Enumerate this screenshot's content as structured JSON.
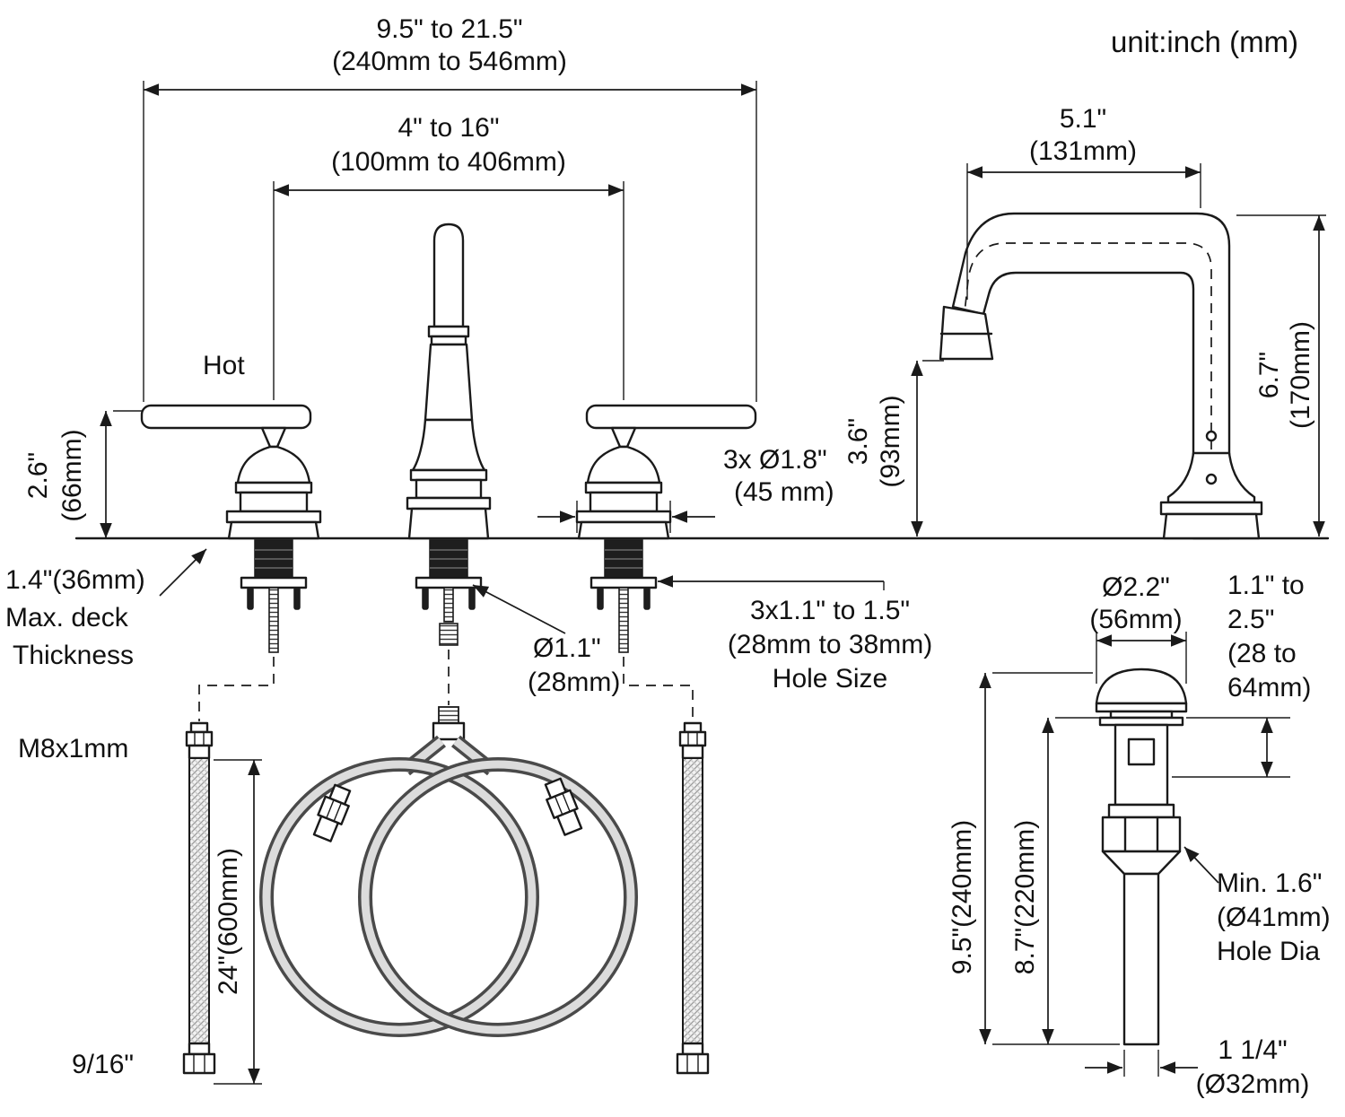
{
  "header": {
    "unit_note": "unit:inch (mm)"
  },
  "main_view": {
    "dim_overall_in": "9.5\" to 21.5\"",
    "dim_overall_mm": "(240mm to 546mm)",
    "dim_spread_in": "4\" to 16\"",
    "dim_spread_mm": "(100mm to 406mm)",
    "hot_label": "Hot",
    "dim_handle_height_in": "2.6\"",
    "dim_handle_height_mm": "(66mm)",
    "deck_thickness_1": "1.4\"(36mm)",
    "deck_thickness_2": "Max. deck",
    "deck_thickness_3": "Thickness",
    "dim_base_dia_1": "3x Ø1.8\"",
    "dim_base_dia_2": "(45 mm)",
    "dim_shank_dia_1": "Ø1.1\"",
    "dim_shank_dia_2": "(28mm)",
    "hole_size_1": "3x1.1\" to 1.5\"",
    "hole_size_2": "(28mm to 38mm)",
    "hole_size_3": "Hole Size",
    "thread_label": "M8x1mm",
    "hose_length": "24\"(600mm)",
    "hose_nut": "9/16\""
  },
  "spout_view": {
    "dim_reach_in": "5.1\"",
    "dim_reach_mm": "(131mm)",
    "dim_outlet_height_in": "3.6\"",
    "dim_outlet_height_mm": "(93mm)",
    "dim_total_height_in": "6.7\"",
    "dim_total_height_mm": "(170mm)"
  },
  "drain_view": {
    "dim_cap_in": "Ø2.2\"",
    "dim_cap_mm": "(56mm)",
    "deck_range_1": "1.1\" to",
    "deck_range_2": "2.5\"",
    "deck_range_3": "(28 to",
    "deck_range_4": "64mm)",
    "dim_total": "9.5\"(240mm)",
    "dim_body": "8.7\"(220mm)",
    "hole_dia_1": "Min. 1.6\"",
    "hole_dia_2": "(Ø41mm)",
    "hole_dia_3": "Hole Dia",
    "tail_dia_1": "1 1/4\"",
    "tail_dia_2": "(Ø32mm)"
  }
}
